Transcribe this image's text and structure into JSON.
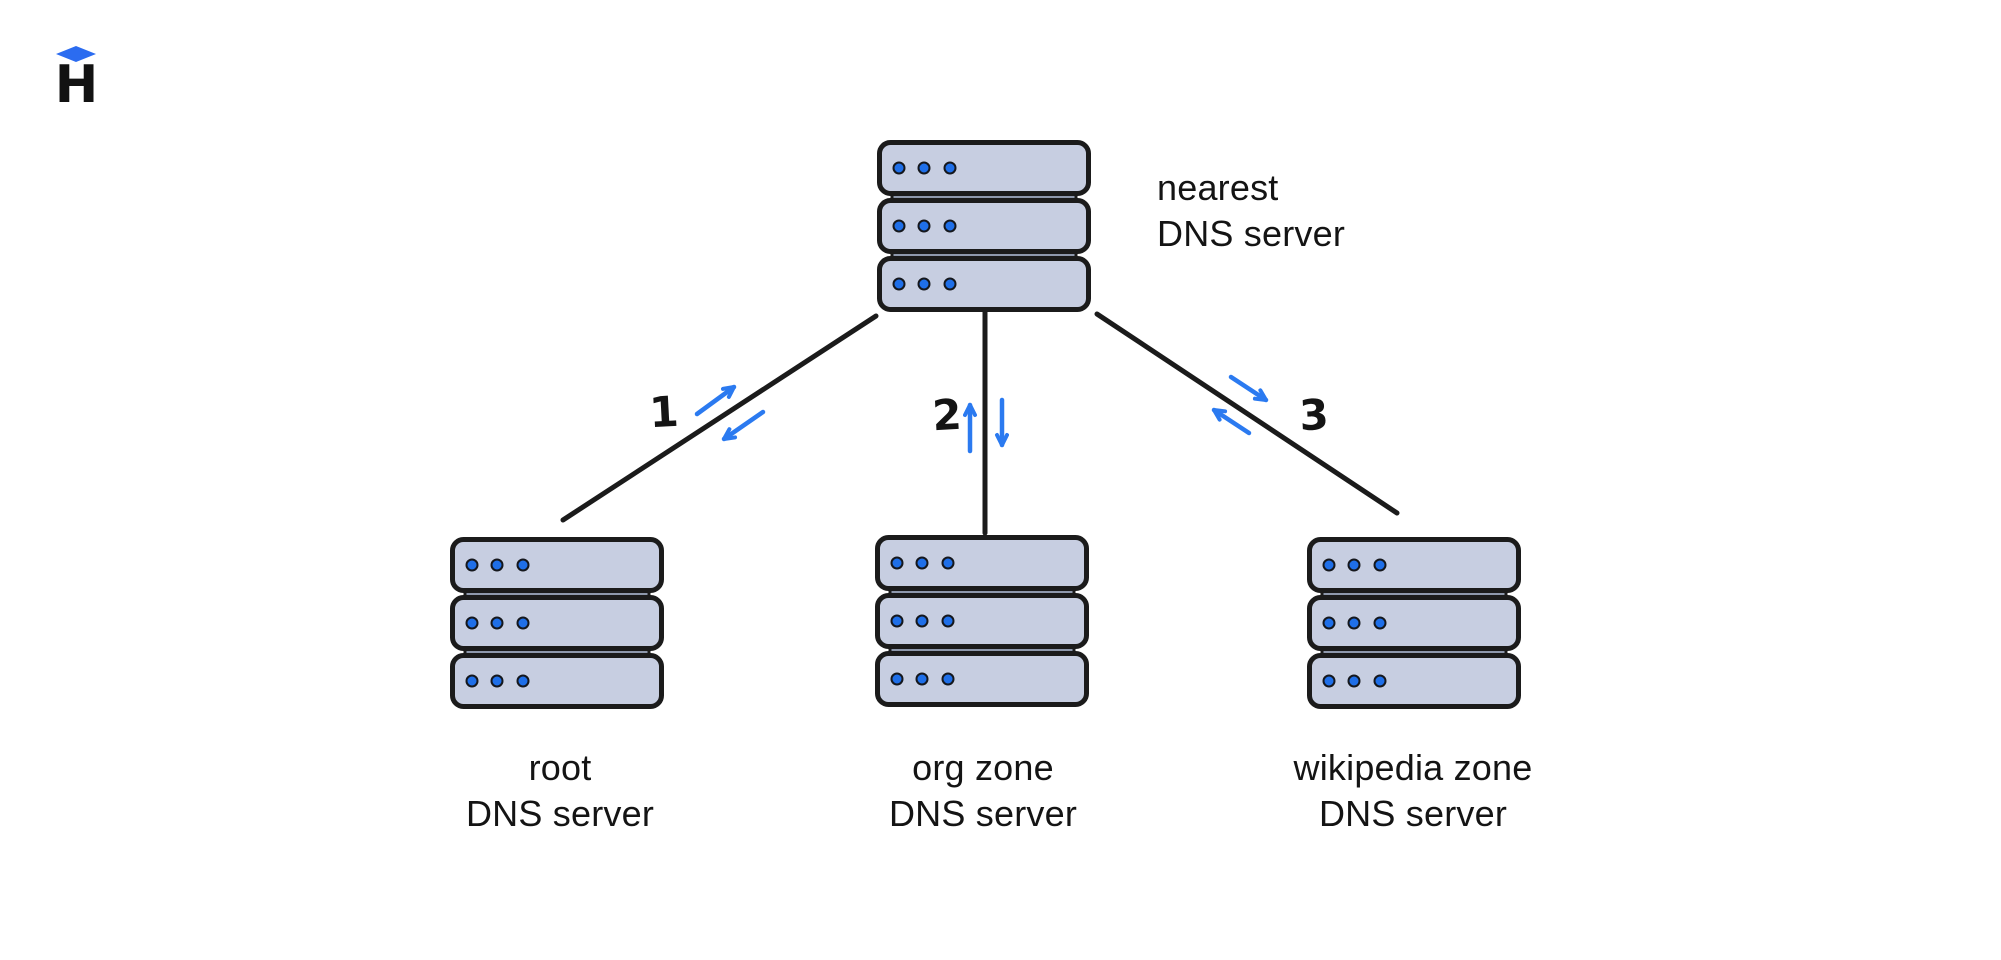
{
  "brand": {
    "logo_letter": "H",
    "diamond_color": "#2b6cf0"
  },
  "diagram": {
    "title_implicit": "DNS resolution between servers",
    "nodes": {
      "nearest": {
        "label": "nearest\nDNS server"
      },
      "root": {
        "label": "root\nDNS server"
      },
      "org": {
        "label": "org zone\nDNS server"
      },
      "wikipedia": {
        "label": "wikipedia zone\nDNS server"
      }
    },
    "edges": [
      {
        "step": "1",
        "from": "nearest",
        "to": "root",
        "direction": "bidirectional"
      },
      {
        "step": "2",
        "from": "nearest",
        "to": "org",
        "direction": "bidirectional"
      },
      {
        "step": "3",
        "from": "nearest",
        "to": "wikipedia",
        "direction": "bidirectional"
      }
    ],
    "colors": {
      "server_fill": "#c7cee1",
      "server_band": "#8e98ac",
      "outline": "#1b1b1b",
      "led_dot": "#1f6fe8",
      "arrow_blue": "#2b7af0",
      "text": "#141414",
      "background": "#ffffff"
    }
  }
}
